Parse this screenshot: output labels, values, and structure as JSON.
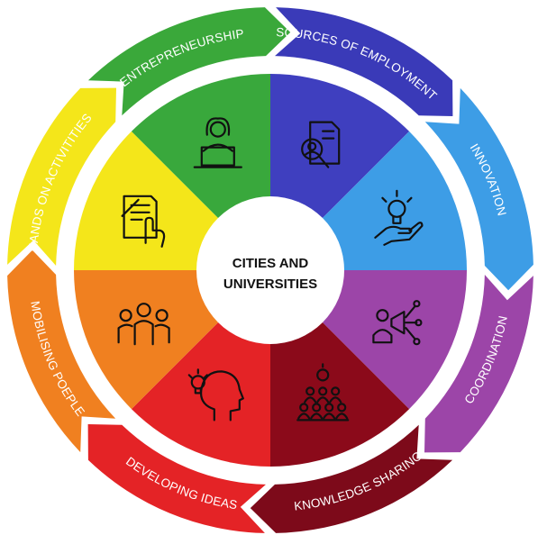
{
  "center": {
    "line1": "CITIES AND",
    "line2": "UNIVERSITIES"
  },
  "segments": [
    {
      "label": "SOURCES OF EMPLOYMENT",
      "icon": "document-search-icon",
      "color": "#3f3fbf",
      "arrow_color": "#3a3ab8"
    },
    {
      "label": "INNOVATION",
      "icon": "lightbulb-hand-icon",
      "color": "#3d9de6",
      "arrow_color": "#3d9de6"
    },
    {
      "label": "COORDINATION",
      "icon": "megaphone-network-icon",
      "color": "#9c45a8",
      "arrow_color": "#9c45a8"
    },
    {
      "label": "KNOWLEDGE SHARING",
      "icon": "team-idea-icon",
      "color": "#8b0a1a",
      "arrow_color": "#7d0a1a"
    },
    {
      "label": "DEVELOPING IDEAS",
      "icon": "head-lightbulb-icon",
      "color": "#e42326",
      "arrow_color": "#e42326"
    },
    {
      "label": "MOBILISING POEPLE",
      "icon": "people-group-icon",
      "color": "#f08020",
      "arrow_color": "#f08020"
    },
    {
      "label": "HANDS ON ACTIVITITIES",
      "icon": "document-hand-icon",
      "color": "#f4e61a",
      "arrow_color": "#f4e61a"
    },
    {
      "label": "ENTREPRENEURSHIP",
      "icon": "laptop-person-icon",
      "color": "#39a83c",
      "arrow_color": "#3aa83a"
    }
  ]
}
